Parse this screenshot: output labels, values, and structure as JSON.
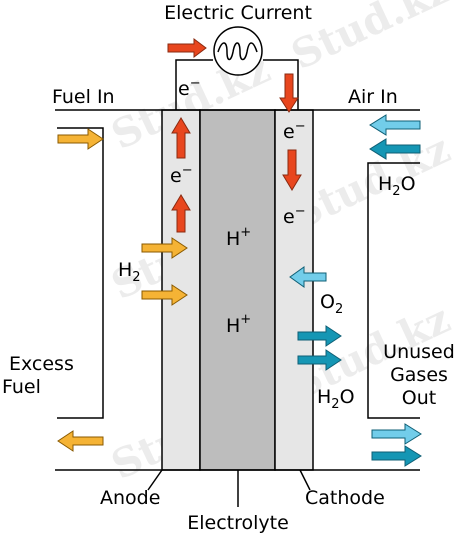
{
  "title": "Electric Current",
  "labels": {
    "fuel_in": "Fuel In",
    "air_in": "Air In",
    "excess_fuel_line1": "Excess",
    "excess_fuel_line2": "Fuel",
    "unused_line1": "Unused",
    "unused_line2": "Gases",
    "unused_line3": "Out",
    "anode": "Anode",
    "electrolyte": "Electrolyte",
    "cathode": "Cathode",
    "electron": "e",
    "electron_charge": "−",
    "proton": "H",
    "proton_charge": "+",
    "hydrogen": "H",
    "hydrogen_sub": "2",
    "oxygen": "O",
    "oxygen_sub": "2",
    "water_h": "H",
    "water_sub": "2",
    "water_o": "O"
  },
  "watermark": "Stud.kz",
  "colors": {
    "anode": "#e6e6e6",
    "electrolyte": "#bdbdbd",
    "cathode": "#e6e6e6",
    "electron_arrow": "#e8461e",
    "fuel_arrow": "#f5b335",
    "air_arrow_light": "#72cdea",
    "air_arrow_dark": "#1596b4"
  },
  "icons": [
    "lamp-icon",
    "arrow-right-icon",
    "arrow-left-icon",
    "arrow-up-icon",
    "arrow-down-icon"
  ]
}
